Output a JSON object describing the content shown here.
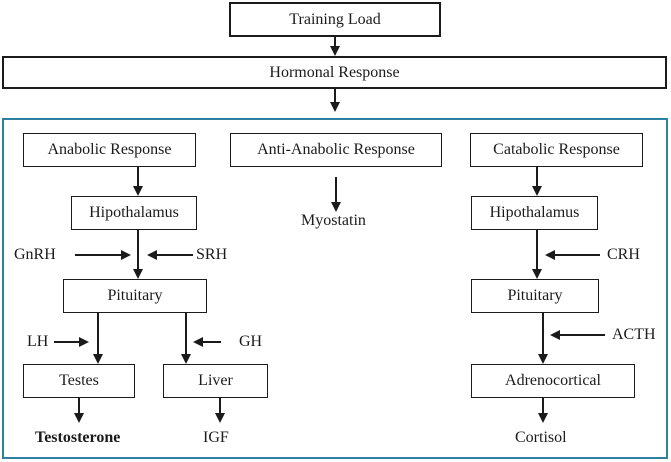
{
  "flow": {
    "training_load": "Training Load",
    "hormonal_response": "Hormonal Response"
  },
  "anabolic": {
    "header": "Anabolic Response",
    "hipothalamus": "Hipothalamus",
    "gnrh": "GnRH",
    "srh": "SRH",
    "pituitary": "Pituitary",
    "lh": "LH",
    "gh": "GH",
    "testes": "Testes",
    "liver": "Liver",
    "testosterone": "Testosterone",
    "igf": "IGF"
  },
  "anti_anabolic": {
    "header": "Anti-Anabolic Response",
    "myostatin": "Myostatin"
  },
  "catabolic": {
    "header": "Catabolic Response",
    "hipothalamus": "Hipothalamus",
    "crh": "CRH",
    "pituitary": "Pituitary",
    "acth": "ACTH",
    "adrenocortical": "Adrenocortical",
    "cortisol": "Cortisol"
  },
  "colors": {
    "background": "#ffffff",
    "text": "#1b1b1b",
    "box_border": "#1b1b1b",
    "container_border": "#2f7fa1"
  }
}
